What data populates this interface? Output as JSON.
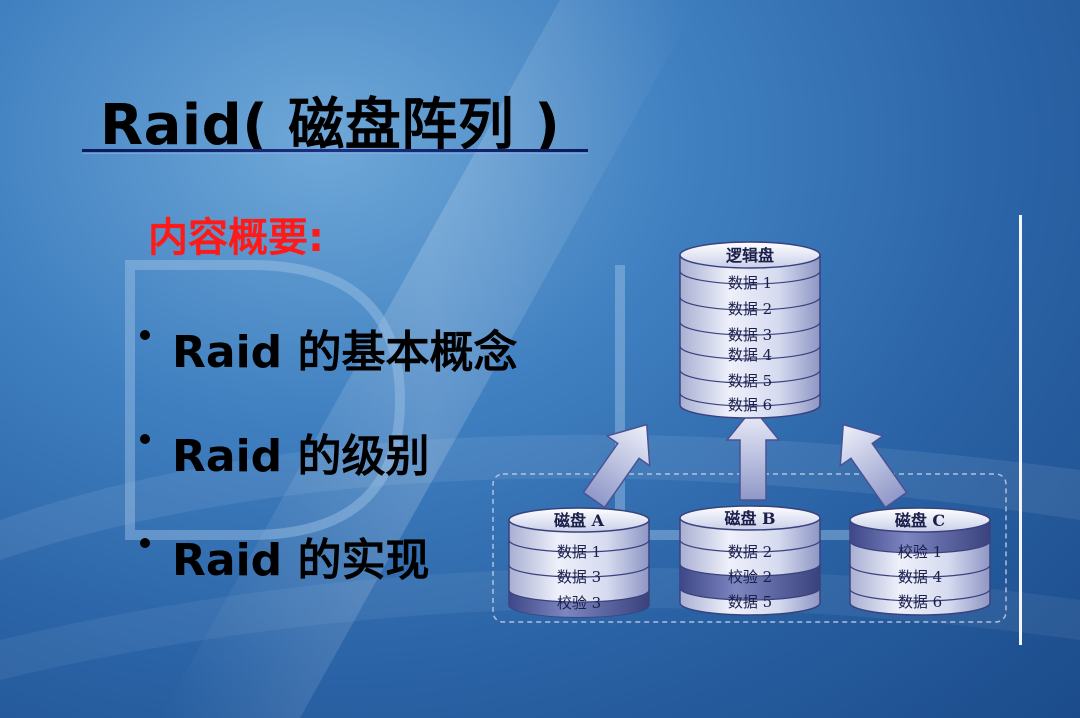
{
  "slide": {
    "title": "Raid( 磁盘阵列 )",
    "subtitle": "内容概要:",
    "bullets": [
      "Raid 的基本概念",
      "Raid 的级别",
      "Raid 的实现"
    ]
  },
  "diagram": {
    "logical_disk": {
      "label": "逻辑盘",
      "items": [
        "数据 1",
        "数据 2",
        "数据 3",
        "数据 4",
        "数据 5",
        "数据 6"
      ]
    },
    "disks": [
      {
        "label": "磁盘 A",
        "items": [
          "数据 1",
          "数据 3",
          "校验 3"
        ]
      },
      {
        "label": "磁盘 B",
        "items": [
          "数据 2",
          "校验 2",
          "数据 5"
        ]
      },
      {
        "label": "磁盘 C",
        "items": [
          "校验 1",
          "数据 4",
          "数据 6"
        ]
      }
    ]
  },
  "colors": {
    "title": "#000000",
    "subtitle": "#ff1a1a",
    "cylinder": "#d6dbef",
    "cylinder_dark": "#5a64a4",
    "accent_line": "#f4f6ff"
  }
}
